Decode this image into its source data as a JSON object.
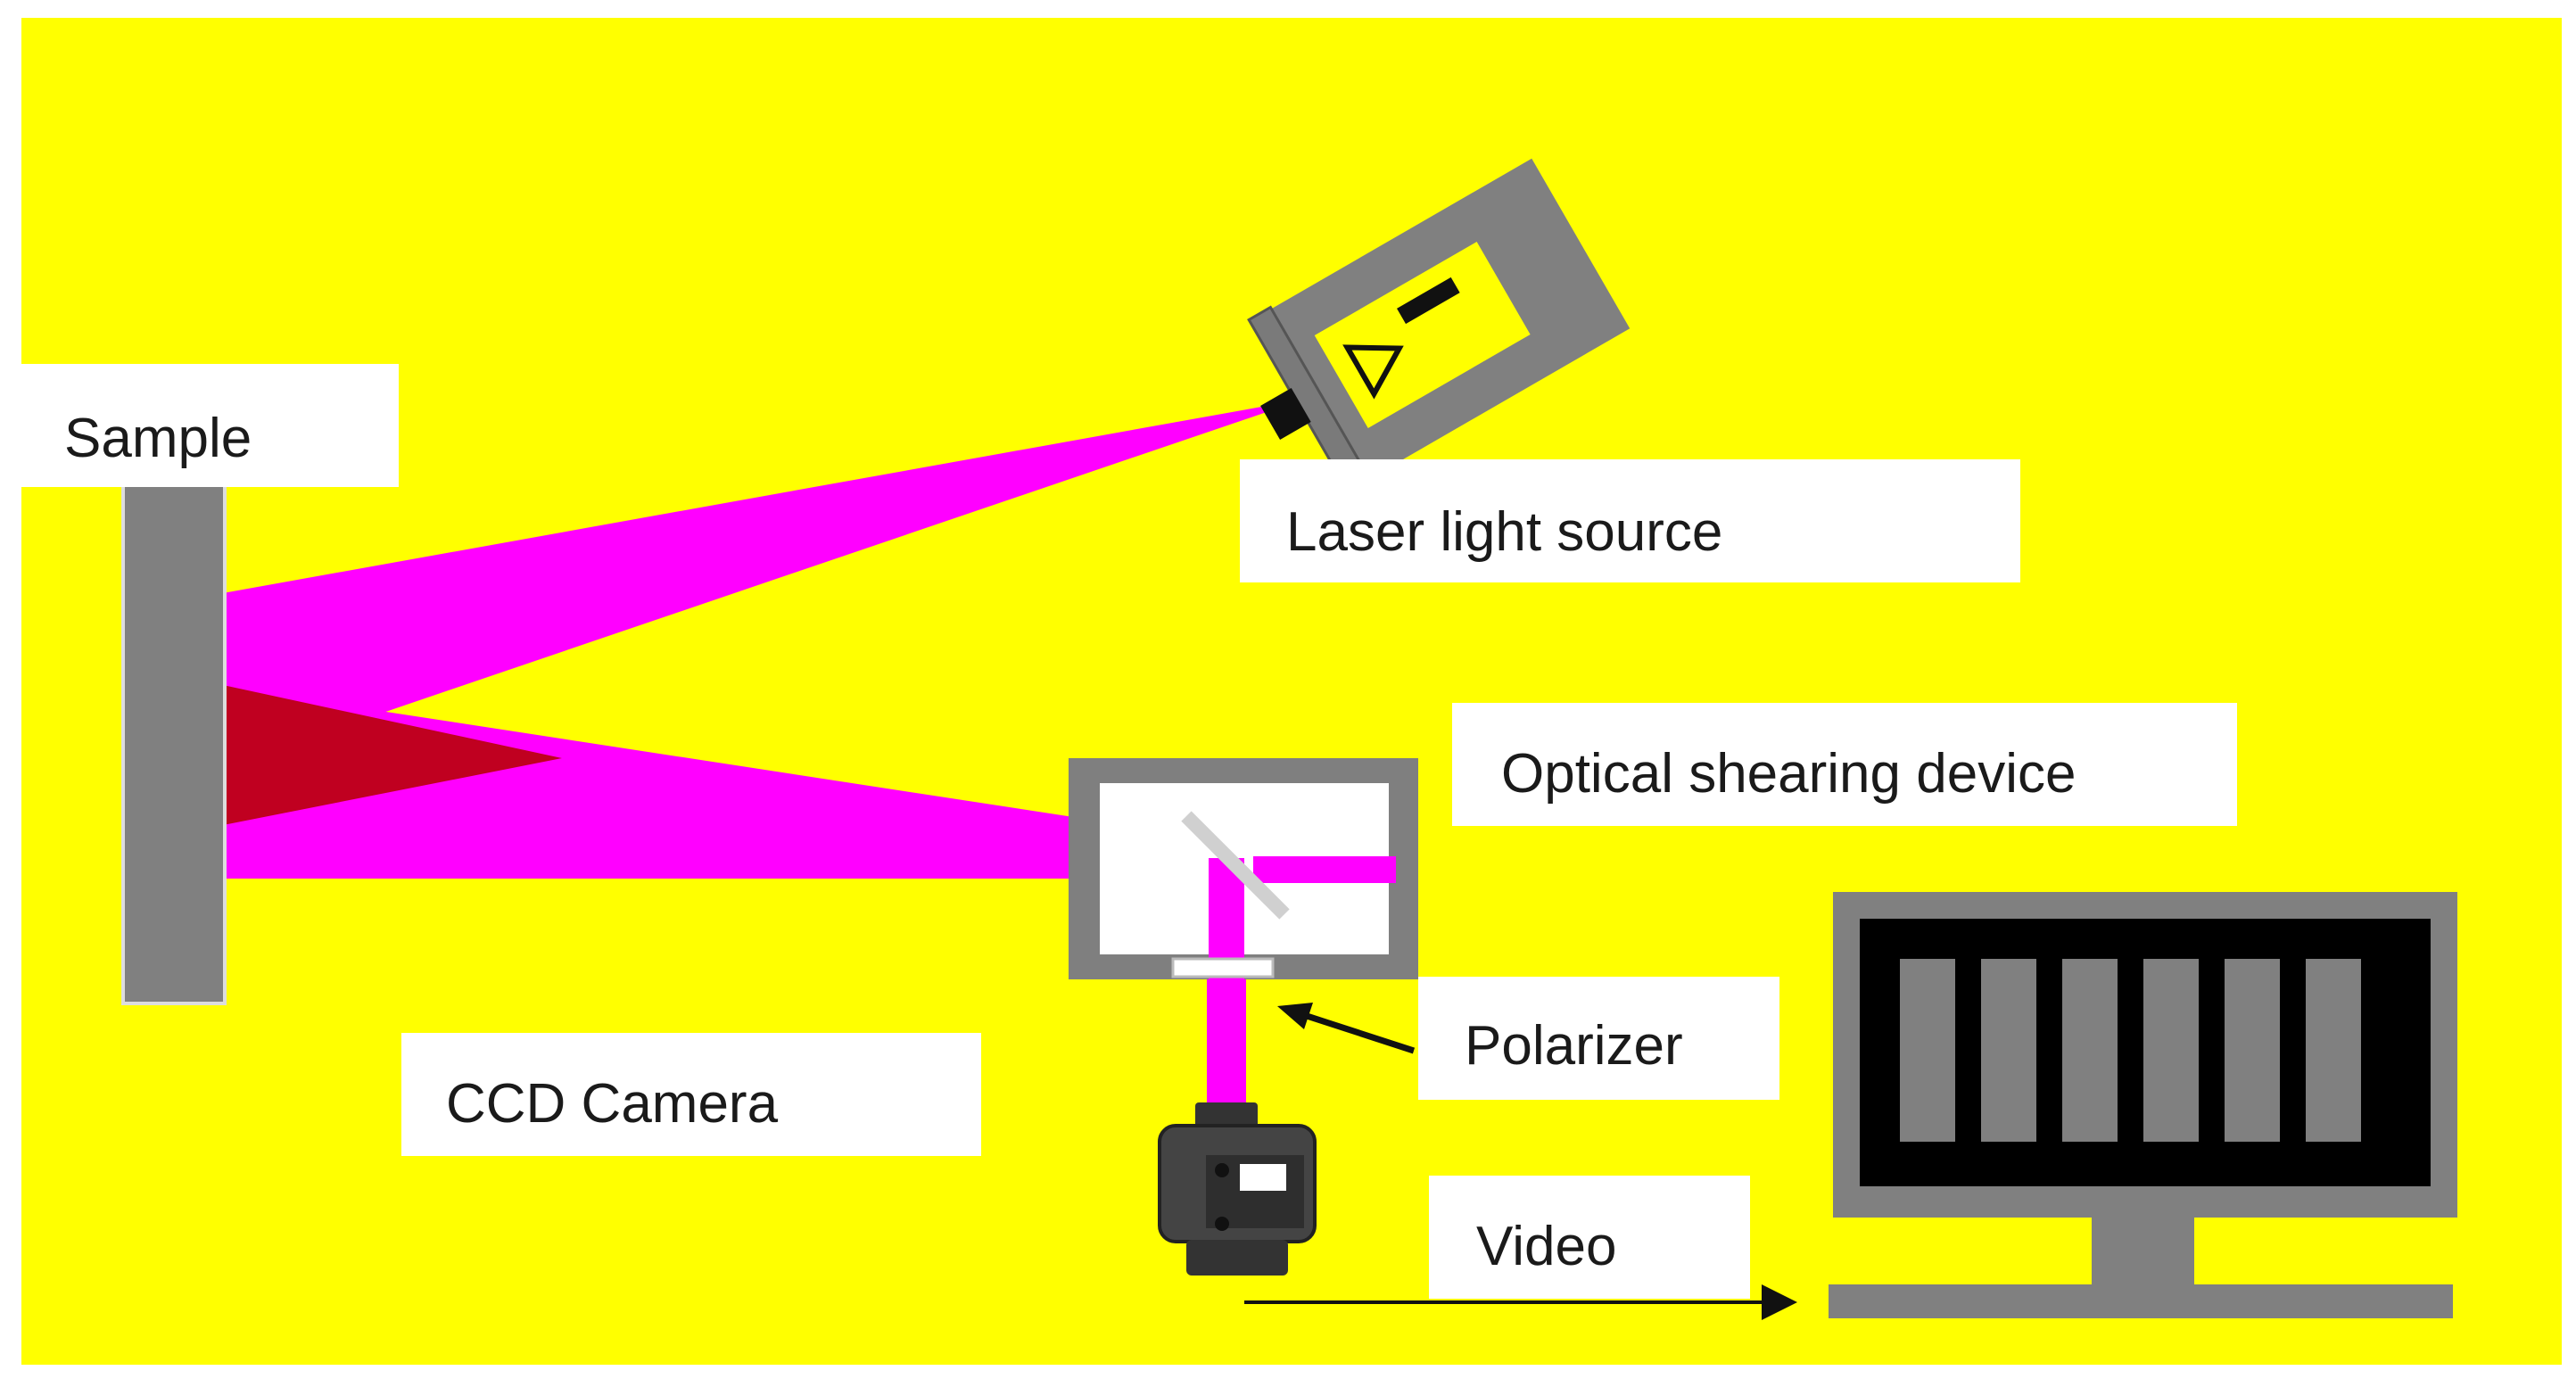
{
  "labels": {
    "sample": "Sample",
    "laser": "Laser light source",
    "shearing": "Optical shearing device",
    "polarizer": "Polarizer",
    "ccd": "CCD Camera",
    "video": "Video"
  },
  "colors": {
    "background": "#ffff00",
    "beam": "#ff00ff",
    "overlap": "#c00020",
    "device_gray": "#7f7f7f",
    "label_box": "#ffffff"
  },
  "monitor_bars": 6,
  "icons": {
    "laser_warning": "warning-triangle-icon"
  }
}
